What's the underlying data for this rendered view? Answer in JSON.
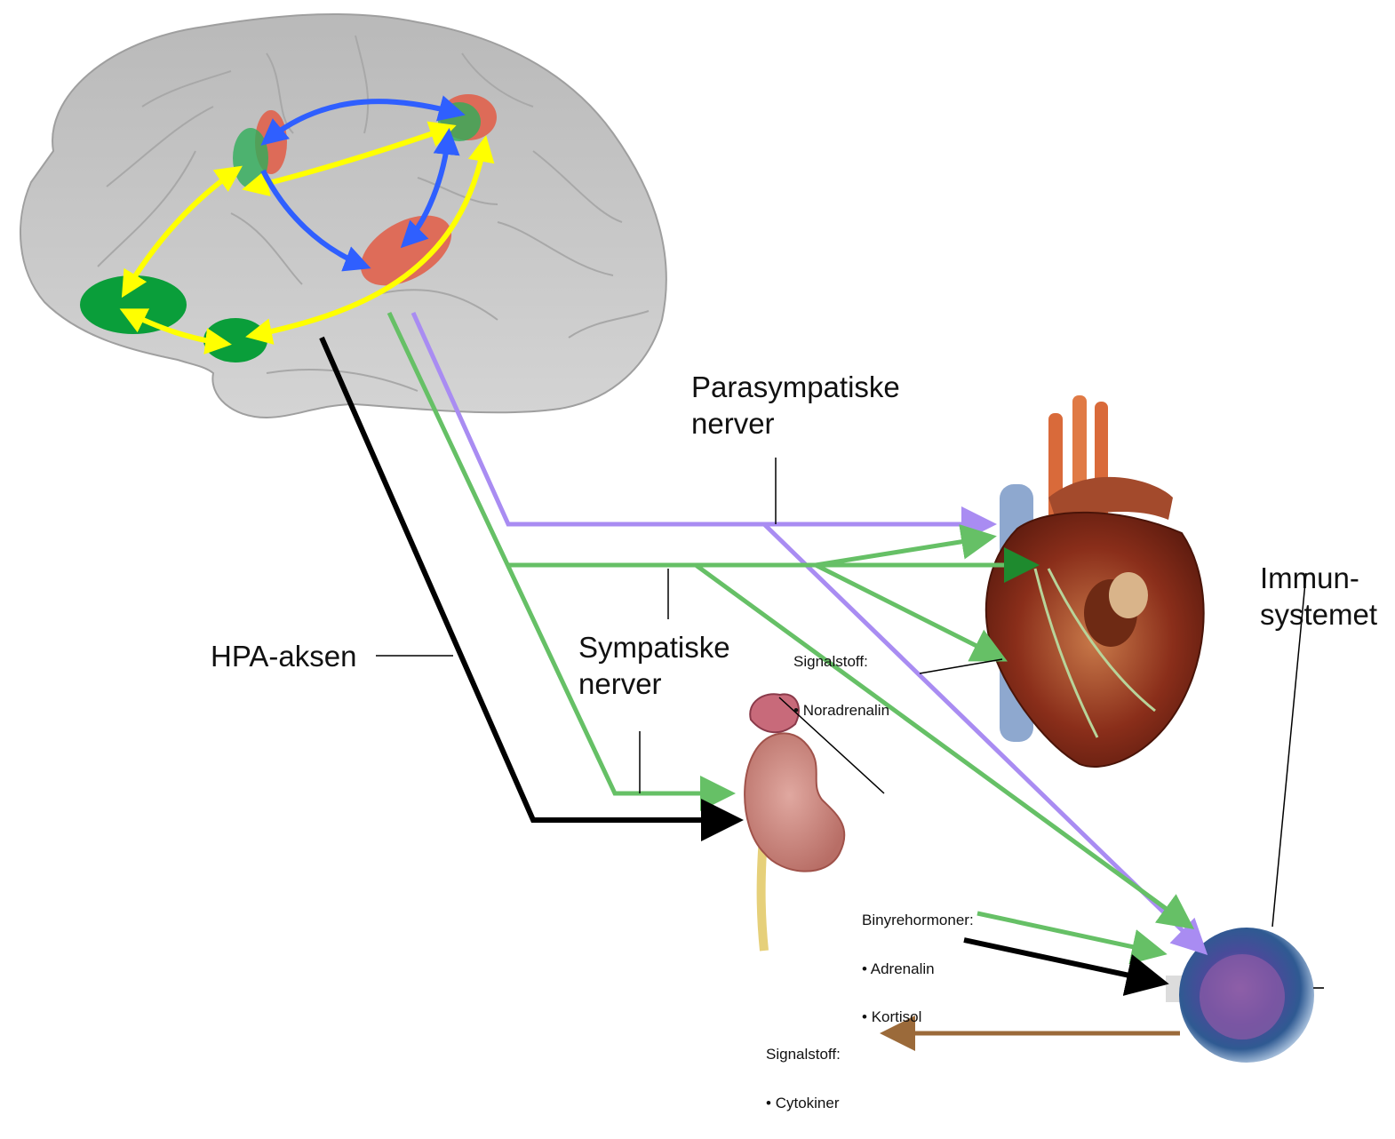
{
  "labels": {
    "parasympatiske": "Parasympatiske\nnerver",
    "sympatiske": "Sympatiske\nnerver",
    "hpa": "HPA-aksen",
    "immun": "Immun-\nsystemet"
  },
  "heart_signal": {
    "heading": "Signalstoff:",
    "item": "Noradrenalin"
  },
  "adrenal_hormones": {
    "heading": "Binyrehormoner:",
    "items": [
      "Adrenalin",
      "Kortisol"
    ]
  },
  "cytokine_signal": {
    "heading": "Signalstoff:",
    "item": "Cytokiner"
  },
  "colors": {
    "brain": "#c9c9c9",
    "parasympathetic": "#a98cf2",
    "sympathetic": "#66c066",
    "hpa": "#000000",
    "cytokine": "#9b6a3a",
    "network_yellow": "#ffff00",
    "network_blue": "#2f5fff",
    "region_green": "#0a9e3a",
    "region_red": "#e25c45"
  }
}
